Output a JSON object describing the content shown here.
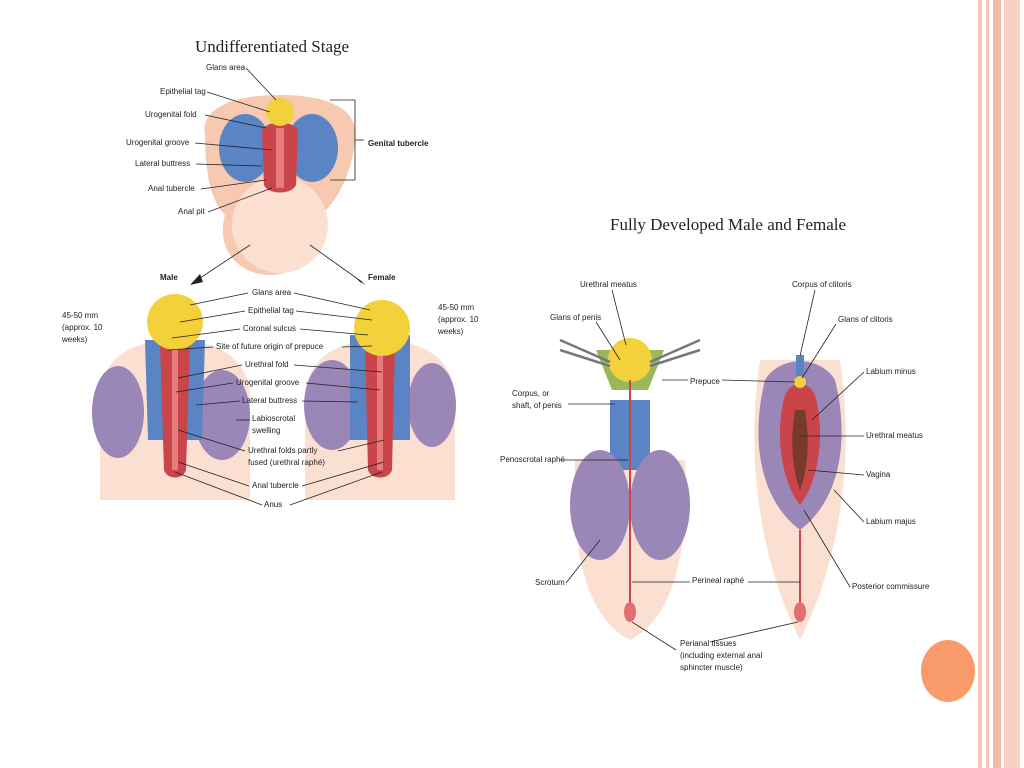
{
  "colors": {
    "skin": "#f7c9b0",
    "skin_light": "#fbe0d2",
    "tubercle_blue": "#5b84c4",
    "glans_yellow": "#f2d13a",
    "fold_red": "#c9454a",
    "labioscrotal_purple": "#9b86b8",
    "accent_orange": "#f99a6b",
    "stripe_pink": "#f6c4b6"
  },
  "undifferentiated": {
    "title": "Undifferentiated Stage",
    "labels": [
      "Glans area",
      "Epithelial tag",
      "Urogenital fold",
      "Urogenital groove",
      "Lateral buttress",
      "Anal tubercle",
      "Anal pit"
    ],
    "bracket_label": "Genital tubercle"
  },
  "branches": {
    "male": "Male",
    "female": "Female",
    "male_age": [
      "45-50 mm",
      "(approx. 10",
      "weeks)"
    ],
    "female_age": [
      "45-50 mm",
      "(approx. 10",
      "weeks)"
    ]
  },
  "intermediate_labels": [
    "Glans area",
    "Epithelial tag",
    "Coronal sulcus",
    "Site of future origin of prepuce",
    "Urethral fold",
    "Urogenital groove",
    "Lateral buttress",
    "Labioscrotal",
    "swelling",
    "Urethral folds partly",
    "fused (urethral raphé)",
    "Anal tubercle",
    "Anus"
  ],
  "developed": {
    "title": "Fully Developed Male and Female",
    "male_labels": [
      "Urethral meatus",
      "Glans of penis",
      "Corpus, or",
      "shaft, of penis",
      "Penoscrotal raphé",
      "Scrotum"
    ],
    "center_labels": [
      "Prepuce",
      "Perineal raphé",
      "Perianal tissues",
      "(including external anal",
      "sphincter muscle)"
    ],
    "female_labels": [
      "Corpus of clitoris",
      "Glans of clitoris",
      "Labium minus",
      "Urethral meatus",
      "Vagina",
      "Labium majus",
      "Posterior commissure"
    ]
  }
}
